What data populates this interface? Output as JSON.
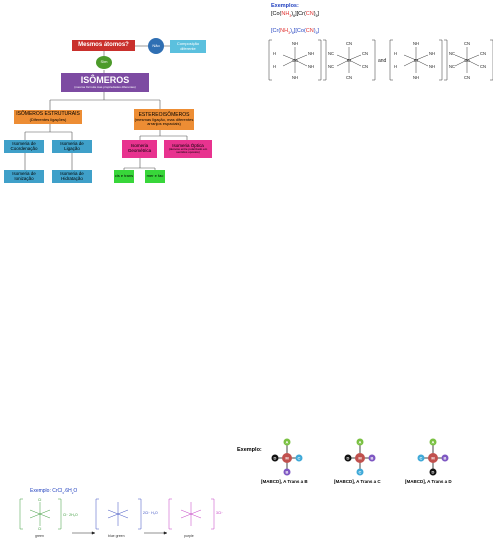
{
  "flowchart": {
    "q_same_atoms": "Mesmos átomos?",
    "no_label": "Não",
    "yes_label": "Sim",
    "different_composition": "Composição diferente",
    "isomers_title": "ISÔMEROS",
    "isomers_sub": "(mesma fórmula mas propriedades diferentes)",
    "structural_title": "ISÔMEROS ESTRUTURAIS",
    "structural_sub": "(Diferentes ligações)",
    "stereo_title": "ESTEREOISÔMEROS",
    "stereo_sub": "(mesmas ligação, mas diferentes arranjos espaciais)",
    "coord_iso": "Isomeria de Coordenação",
    "ligation_iso": "Isomeria de Ligação",
    "ionization_iso": "Isomeria de Ionização",
    "hydration_iso": "Isomeria de Hidratação",
    "geometric_iso": "Isomeria Geométrica",
    "optical_iso_title": "Isomeria Óptica",
    "optical_iso_sub": "(desvios entre polarizado em sentidos opostos)",
    "cis_trans": "cis e trans",
    "mer_fac": "mer e fac"
  },
  "example_top": {
    "label": "Exemplos:",
    "formula1_parts": [
      "[Co(",
      "NH",
      "3",
      ")",
      "6",
      "][Cr(",
      "CN",
      ")",
      "6",
      "]"
    ],
    "formula2_parts": [
      "[Cr(",
      "NH",
      "3",
      ")",
      "6",
      "][Co(",
      "CN",
      ")",
      "6",
      "]"
    ],
    "and": "and",
    "co": "Co",
    "cr": "Cr",
    "nh3": "NH",
    "h3n": "H",
    "cn": "CN",
    "nc": "NC"
  },
  "example_mid": {
    "label": "Exemplo:",
    "caption1": "[MABCD], A Trans a B",
    "caption2": "[MABCD], A Trans a C",
    "caption3": "[MABCD], A Trans a D",
    "atoms": [
      "A",
      "B",
      "C",
      "D",
      "M"
    ]
  },
  "example_bottom": {
    "label": "Exemplo: CrCl",
    "label_sub1": "3",
    "label_rest": ".6H",
    "label_sub2": "2",
    "label_end": "O",
    "green": "green",
    "blue_green": "blue green",
    "purple": "purple",
    "cl2h2o": "Cl⁻ 2H₂O",
    "cl_h2o": "2Cl⁻ H₂O",
    "three_cl": "3Cl⁻"
  },
  "colors": {
    "red": "#c9302c",
    "purple": "#7d4ba2",
    "orange": "#ed8d34",
    "blue": "#3fa0c9",
    "magenta": "#e8338f",
    "green": "#38d63a"
  }
}
